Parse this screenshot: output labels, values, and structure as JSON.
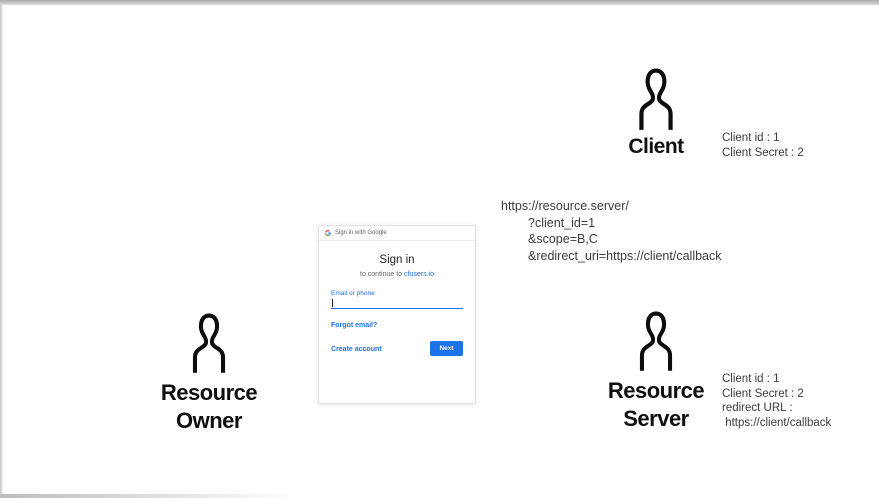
{
  "diagram": {
    "client": {
      "label": "Client",
      "info_lines": [
        "Client id : 1",
        "Client Secret : 2"
      ]
    },
    "resource_owner": {
      "label_lines": [
        "Resource",
        "Owner"
      ]
    },
    "resource_server": {
      "label_lines": [
        "Resource",
        "Server"
      ],
      "info_lines": [
        "Client id : 1",
        "Client Secret : 2",
        "redirect URL :",
        " https://client/callback"
      ]
    },
    "request_url_lines": [
      "https://resource.server/",
      "?client_id=1",
      "&scope=B,C",
      "&redirect_uri=https://client/callback"
    ]
  },
  "signin_dialog": {
    "window_title": "Sign in with Google",
    "title": "Sign in",
    "subtitle_prefix": "to continue to",
    "subtitle_link": "cfusers.io",
    "email_label": "Email or phone",
    "email_value": "",
    "forgot_email_link": "Forgot email?",
    "create_account_link": "Create account",
    "next_button_label": "Next"
  },
  "colors": {
    "google_blue": "#1a73e8",
    "text_dark": "#3c3c3c",
    "label_black": "#0f0f0f"
  }
}
